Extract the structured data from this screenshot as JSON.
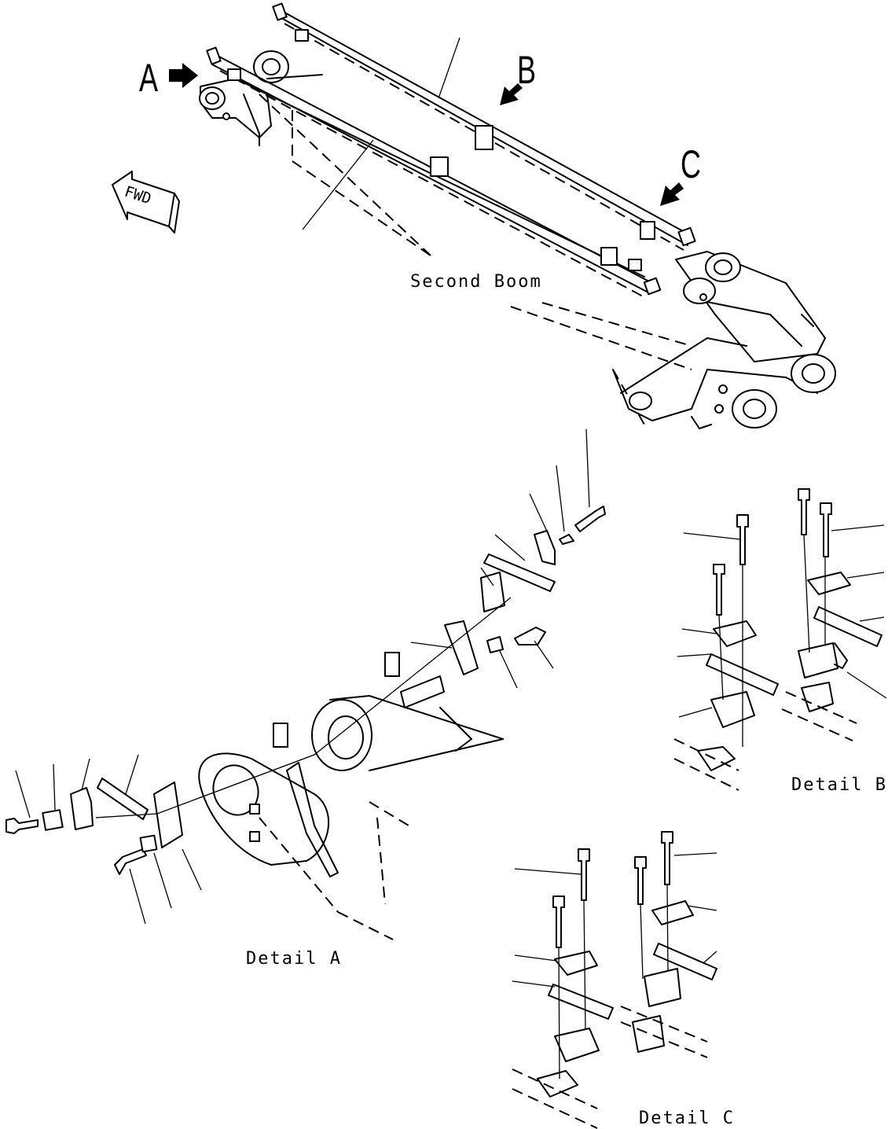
{
  "labels": {
    "view_a": "A",
    "view_b": "B",
    "view_c": "C",
    "fwd": "FWD",
    "second_boom": "Second Boom",
    "detail_a": "Detail A",
    "detail_b": "Detail B",
    "detail_c": "Detail C"
  },
  "icons": {
    "view_arrow": "solid-arrow",
    "fwd_arrow": "outlined-arrow"
  }
}
